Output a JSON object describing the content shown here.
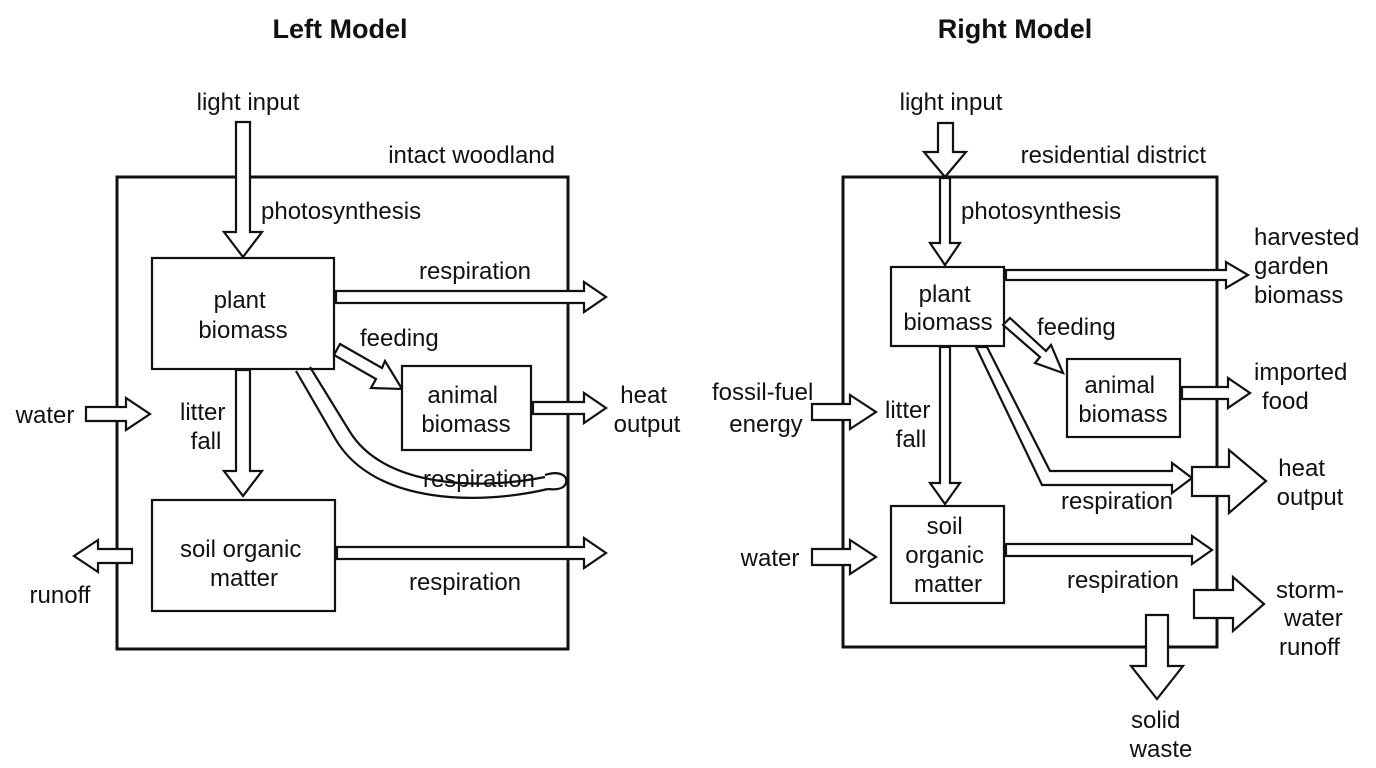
{
  "left_model": {
    "title": "Left Model",
    "system_label": "intact woodland",
    "inputs": {
      "light": "light input",
      "water": "water"
    },
    "outputs": {
      "runoff": "runoff",
      "heat": [
        "heat",
        "output"
      ]
    },
    "compartments": {
      "plant": [
        "plant",
        "biomass"
      ],
      "animal": [
        "animal",
        "biomass"
      ],
      "soil": [
        "soil organic",
        "matter"
      ]
    },
    "flows": {
      "photosynthesis": "photosynthesis",
      "feeding": "feeding",
      "litter": [
        "litter",
        "fall"
      ],
      "respiration_plant": "respiration",
      "respiration_animal": "respiration",
      "respiration_soil": "respiration"
    }
  },
  "right_model": {
    "title": "Right Model",
    "system_label": "residential district",
    "inputs": {
      "light": "light input",
      "fossil_fuel": [
        "fossil-fuel",
        "energy"
      ],
      "water": "water"
    },
    "outputs": {
      "harvested": [
        "harvested",
        "garden",
        "biomass"
      ],
      "imported": [
        "imported",
        "food"
      ],
      "heat": [
        "heat",
        "output"
      ],
      "stormwater": [
        "storm-",
        "water",
        "runoff"
      ],
      "solid_waste": [
        "solid",
        "waste"
      ]
    },
    "compartments": {
      "plant": [
        "plant",
        "biomass"
      ],
      "animal": [
        "animal",
        "biomass"
      ],
      "soil": [
        "soil",
        "organic",
        "matter"
      ]
    },
    "flows": {
      "photosynthesis": "photosynthesis",
      "feeding": "feeding",
      "litter": [
        "litter",
        "fall"
      ],
      "respiration_plant": "respiration",
      "respiration_soil": "respiration"
    }
  }
}
